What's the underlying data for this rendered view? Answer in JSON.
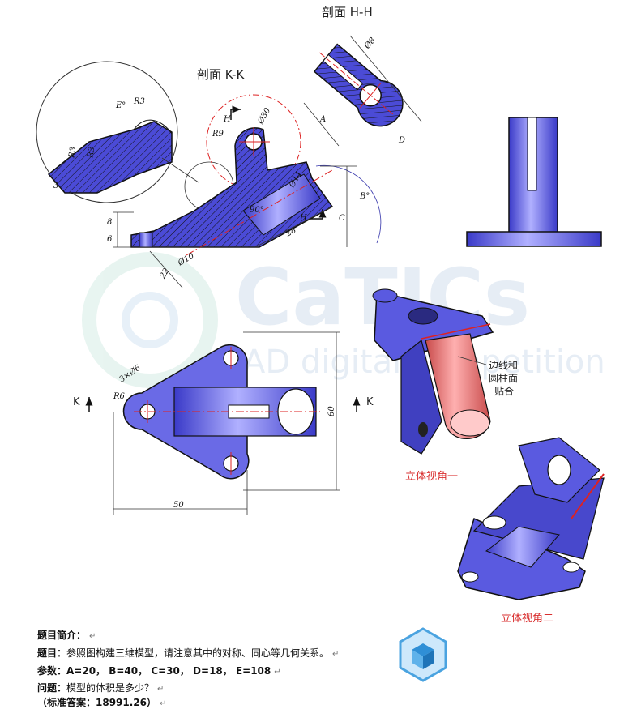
{
  "section_hh": "剖面 H-H",
  "section_kk": "剖面 K-K",
  "dims": {
    "phi8": "Ø8",
    "D": "D",
    "A": "A",
    "phi30": "Ø30",
    "R9": "R9",
    "H": "H",
    "E": "E°",
    "R3": "R3",
    "three": "3",
    "phi14": "Ø14",
    "deg90": "90°",
    "B": "B°",
    "C": "C",
    "eight": "8",
    "six": "6",
    "28": "28",
    "22": "22",
    "phi10": "Ø10",
    "hole": "3×Ø6",
    "R6": "R6",
    "K": "K",
    "60": "60",
    "50": "50"
  },
  "watermark_main": "CaTICs",
  "watermark_sub": "AD digital competition",
  "callout_lines": [
    "边线和",
    "圆柱面",
    "贴合"
  ],
  "view1": "立体视角一",
  "view2": "立体视角二",
  "notes": {
    "intro_label": "题目简介：",
    "task_label": "题目：",
    "task": "参照图构建三维模型，请注意其中的对称、同心等几何关系。",
    "params_label": "参数：",
    "params": "A=20， B=40， C=30， D=18， E=108",
    "question_label": "问题：",
    "question": "模型的体积是多少？",
    "answer": "（标准答案：18991.26）"
  },
  "colors": {
    "part": "#4b4bd6",
    "part_light": "#7070ee",
    "centerline": "#dd2222",
    "dim_line": "#3333aa",
    "label_red": "#d93030"
  }
}
